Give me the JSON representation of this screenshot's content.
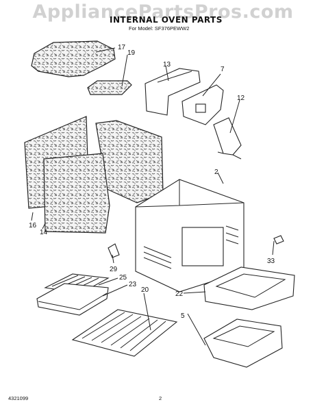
{
  "watermark": "AppliancePartsPros.com",
  "title": "INTERNAL OVEN PARTS",
  "subtitle": "For Model: SF376PEWW2",
  "footer_code": "4321099",
  "page_number": "2",
  "callouts": {
    "c17": "17",
    "c19": "19",
    "c13": "13",
    "c7": "7",
    "c12": "12",
    "c2": "2",
    "c16": "16",
    "c14": "14",
    "c29": "29",
    "c33": "33",
    "c25": "25",
    "c23": "23",
    "c20": "20",
    "c22": "22",
    "c5": "5"
  }
}
